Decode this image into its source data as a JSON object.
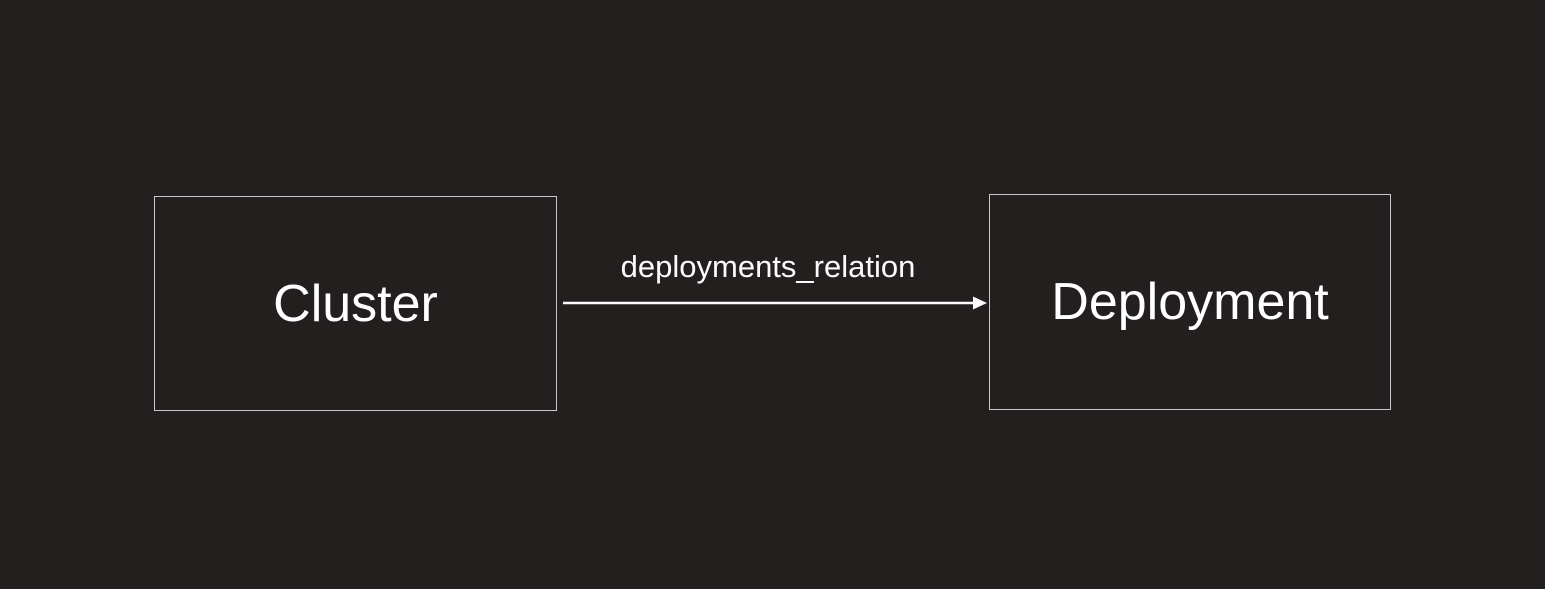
{
  "diagram": {
    "nodes": [
      {
        "id": "cluster",
        "label": "Cluster"
      },
      {
        "id": "deployment",
        "label": "Deployment"
      }
    ],
    "edges": [
      {
        "from": "cluster",
        "to": "deployment",
        "label": "deployments_relation",
        "direction": "left-to-right"
      }
    ]
  },
  "colors": {
    "background": "#231f1f",
    "node-border": "#c9c7c7",
    "node-text": "#ffffff",
    "edge-line": "#fbfbfb",
    "edge-label-text": "#fafafa"
  }
}
